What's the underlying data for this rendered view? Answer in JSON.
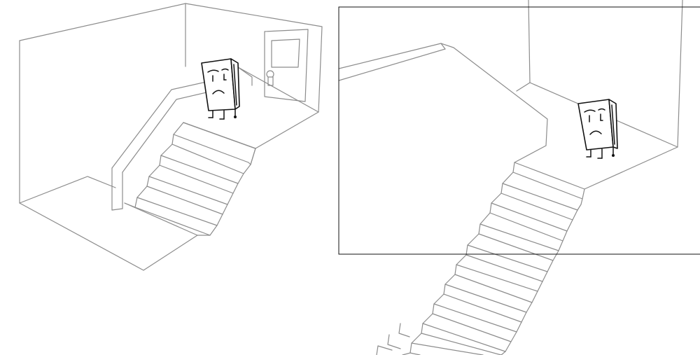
{
  "palette": {
    "background": "#ffffff",
    "sketch_line": "#8c8c8c",
    "character_ink": "#111111"
  },
  "panels": [
    {
      "kind": "room-with-staircase",
      "elements": [
        "room-walls",
        "floor",
        "staircase",
        "handrail",
        "landing",
        "door",
        "door-window",
        "door-knob",
        "book-character"
      ],
      "character_expression": "sad"
    },
    {
      "kind": "framed-closeup",
      "elements": [
        "viewport-frame",
        "staircase",
        "landing",
        "handrail",
        "book-character"
      ],
      "character_expression": "sad"
    }
  ]
}
